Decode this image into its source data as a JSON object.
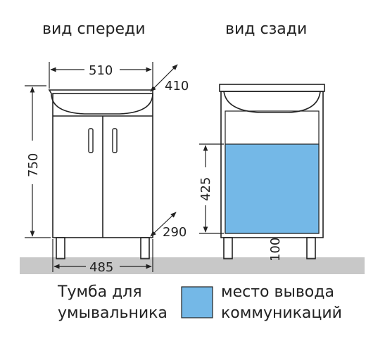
{
  "views": {
    "front_title": "вид спереди",
    "back_title": "вид сзади"
  },
  "dimensions": {
    "width_top": "510",
    "depth_top": "410",
    "height": "750",
    "width_bottom": "485",
    "depth_bottom": "290",
    "utility_height": "425",
    "leg_height": "100"
  },
  "caption": {
    "product_line1": "Тумба для",
    "product_line2": "умывальника",
    "legend_line1": "место вывода",
    "legend_line2": "коммуникаций"
  },
  "colors": {
    "utility_zone": "#74b8e7",
    "floor": "#c8c8c8",
    "line": "#222222"
  }
}
